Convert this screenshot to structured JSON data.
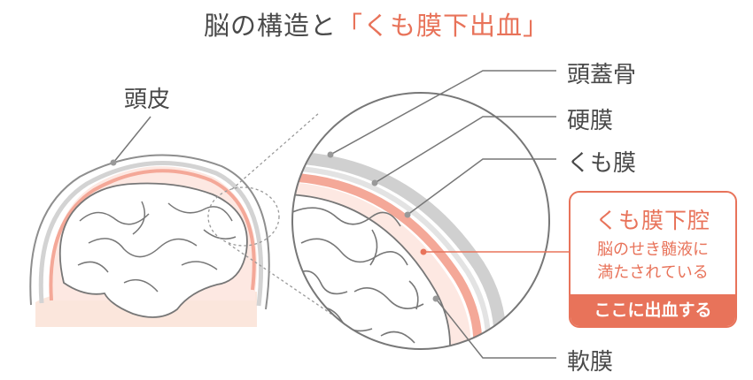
{
  "title": {
    "prefix": "脳の構造と",
    "highlight": "「くも膜下出血」"
  },
  "labels": {
    "scalp": "頭皮",
    "skull": "頭蓋骨",
    "dura": "硬膜",
    "arachnoid": "くも膜",
    "pia": "軟膜"
  },
  "callout": {
    "heading": "くも膜下腔",
    "line1": "脳のせき髄液に",
    "line2": "満たされている",
    "bar": "ここに出血する"
  },
  "colors": {
    "accent": "#e8735a",
    "arachnoid_layer": "#f4a898",
    "skull_layer": "#cfcfcf",
    "space_fill": "#fde8e2"
  }
}
